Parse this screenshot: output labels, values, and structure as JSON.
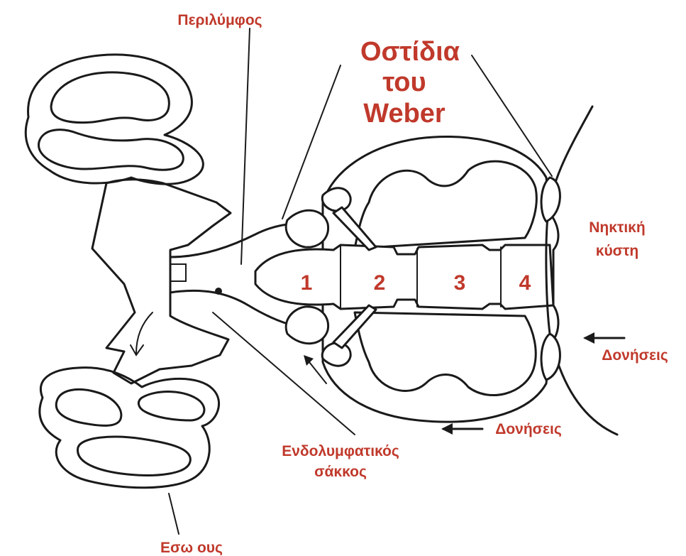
{
  "labels": {
    "perilymph": "Περιλύμφος",
    "weber_line1": "Οστίδια",
    "weber_line2": "του",
    "weber_line3": "Weber",
    "swim_bladder_line1": "Νηκτική",
    "swim_bladder_line2": "κύστη",
    "vibrations_right": "Δονήσεις",
    "vibrations_bottom": "Δονήσεις",
    "endolymph_line1": "Ενδολυμφατικός",
    "endolymph_line2": "σάκκος",
    "inner_ear": "Εσω ους"
  },
  "vertebrae": [
    "1",
    "2",
    "3",
    "4"
  ],
  "colors": {
    "label": "#c0392b",
    "ink": "#1a1a1a",
    "stipple": "#9a9a9a"
  }
}
